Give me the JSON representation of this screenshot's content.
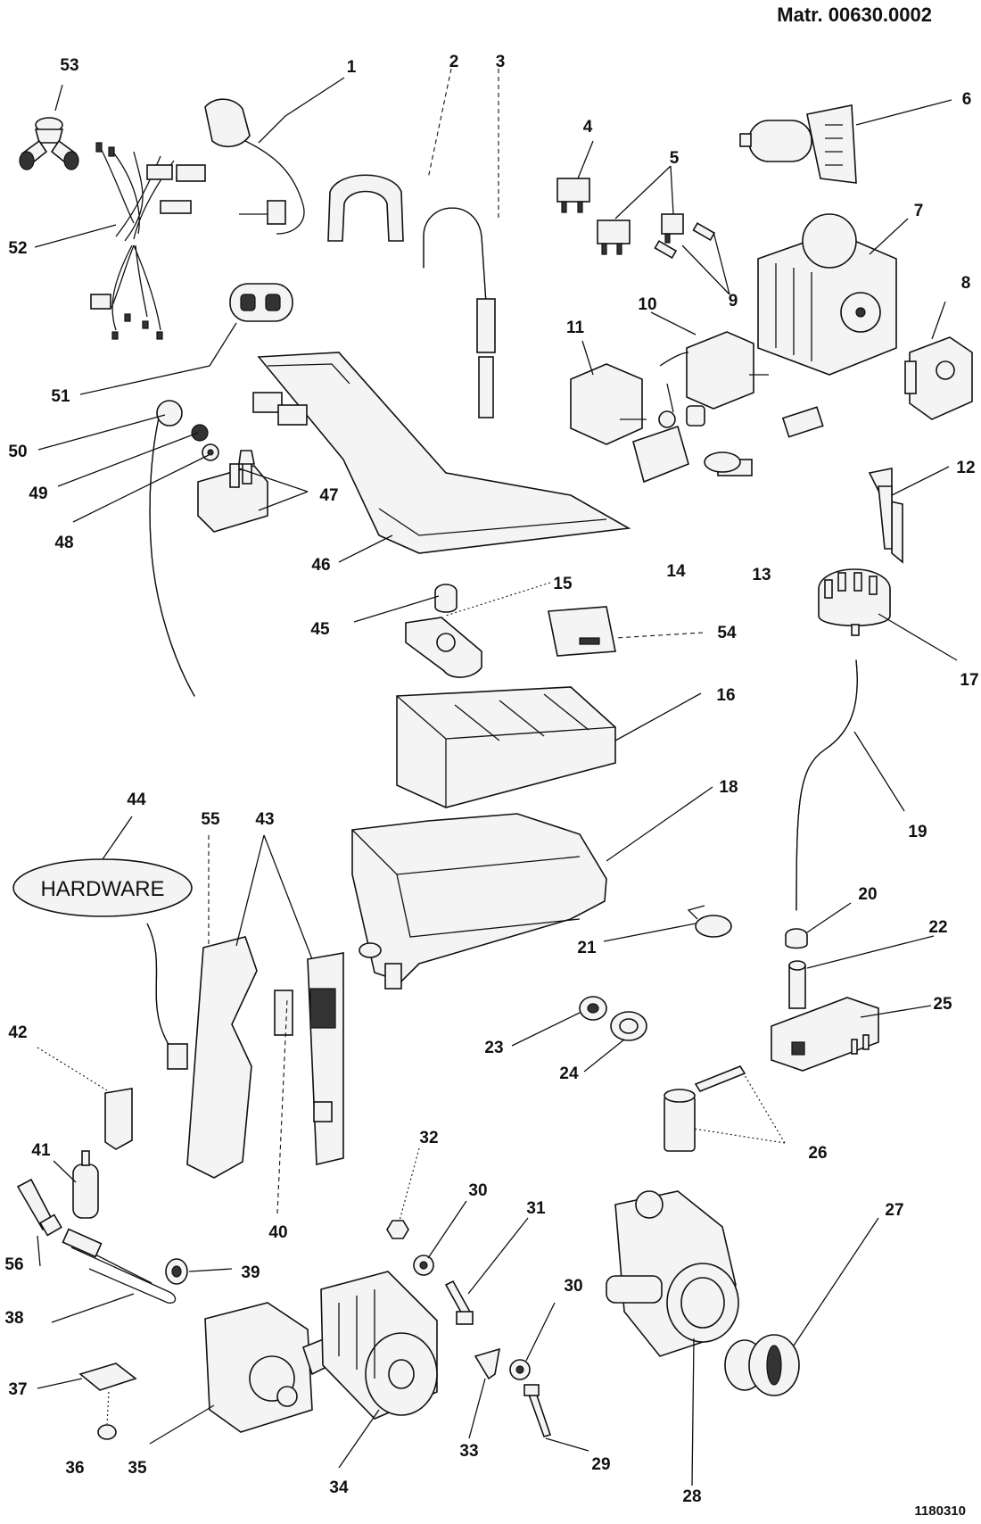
{
  "header": {
    "material_number": "Matr. 00630.0002"
  },
  "footer": {
    "drawing_number": "1180310"
  },
  "hardware_label": "HARDWARE",
  "callouts": [
    {
      "id": "53",
      "text": "53"
    },
    {
      "id": "1",
      "text": "1"
    },
    {
      "id": "2",
      "text": "2"
    },
    {
      "id": "3",
      "text": "3"
    },
    {
      "id": "4",
      "text": "4"
    },
    {
      "id": "5",
      "text": "5"
    },
    {
      "id": "6",
      "text": "6"
    },
    {
      "id": "7",
      "text": "7"
    },
    {
      "id": "8",
      "text": "8"
    },
    {
      "id": "9",
      "text": "9"
    },
    {
      "id": "10",
      "text": "10"
    },
    {
      "id": "11",
      "text": "11"
    },
    {
      "id": "52",
      "text": "52"
    },
    {
      "id": "51",
      "text": "51"
    },
    {
      "id": "50",
      "text": "50"
    },
    {
      "id": "49",
      "text": "49"
    },
    {
      "id": "48",
      "text": "48"
    },
    {
      "id": "47",
      "text": "47"
    },
    {
      "id": "46",
      "text": "46"
    },
    {
      "id": "12",
      "text": "12"
    },
    {
      "id": "14",
      "text": "14"
    },
    {
      "id": "13",
      "text": "13"
    },
    {
      "id": "15",
      "text": "15"
    },
    {
      "id": "45",
      "text": "45"
    },
    {
      "id": "54",
      "text": "54"
    },
    {
      "id": "17",
      "text": "17"
    },
    {
      "id": "16",
      "text": "16"
    },
    {
      "id": "18",
      "text": "18"
    },
    {
      "id": "19",
      "text": "19"
    },
    {
      "id": "44",
      "text": "44"
    },
    {
      "id": "55",
      "text": "55"
    },
    {
      "id": "43",
      "text": "43"
    },
    {
      "id": "20",
      "text": "20"
    },
    {
      "id": "21",
      "text": "21"
    },
    {
      "id": "22",
      "text": "22"
    },
    {
      "id": "25",
      "text": "25"
    },
    {
      "id": "42",
      "text": "42"
    },
    {
      "id": "23",
      "text": "23"
    },
    {
      "id": "24",
      "text": "24"
    },
    {
      "id": "26",
      "text": "26"
    },
    {
      "id": "41",
      "text": "41"
    },
    {
      "id": "32",
      "text": "32"
    },
    {
      "id": "30a",
      "text": "30"
    },
    {
      "id": "31",
      "text": "31"
    },
    {
      "id": "40",
      "text": "40"
    },
    {
      "id": "27",
      "text": "27"
    },
    {
      "id": "30b",
      "text": "30"
    },
    {
      "id": "56",
      "text": "56"
    },
    {
      "id": "39",
      "text": "39"
    },
    {
      "id": "38",
      "text": "38"
    },
    {
      "id": "37",
      "text": "37"
    },
    {
      "id": "36",
      "text": "36"
    },
    {
      "id": "35",
      "text": "35"
    },
    {
      "id": "34",
      "text": "34"
    },
    {
      "id": "33",
      "text": "33"
    },
    {
      "id": "29",
      "text": "29"
    },
    {
      "id": "28",
      "text": "28"
    }
  ]
}
